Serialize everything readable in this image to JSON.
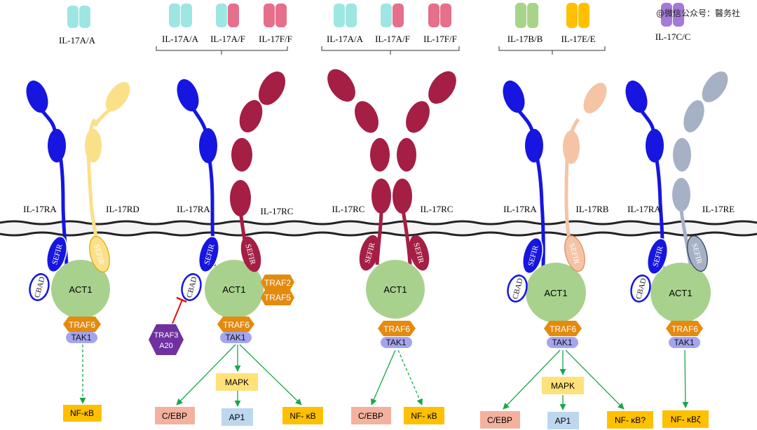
{
  "watermark": "@微信公众号：醫务社",
  "ligands": {
    "p1": "IL-17A/A",
    "p2": [
      "IL-17A/A",
      "IL-17A/F",
      "IL-17F/F"
    ],
    "p3": [
      "IL-17A/A",
      "IL-17A/F",
      "IL-17F/F"
    ],
    "p4": [
      "IL-17B/B",
      "IL-17E/E"
    ],
    "p5": "IL-17C/C"
  },
  "receptors": {
    "p1": [
      "IL-17RA",
      "IL-17RD"
    ],
    "p2": [
      "IL-17RA",
      "IL-17RC"
    ],
    "p3": [
      "IL-17RC",
      "IL-17RC"
    ],
    "p4": [
      "IL-17RA",
      "IL-17RB"
    ],
    "p5": [
      "IL-17RA",
      "IL-17RE"
    ]
  },
  "domains": {
    "sefir": "SEFIR",
    "cbad": "CBAD"
  },
  "adaptors": {
    "act1": "ACT1",
    "traf6": "TRAF6",
    "tak1": "TAK1",
    "traf2": "TRAF2",
    "traf5": "TRAF5",
    "traf3": "TRAF3",
    "a20": "A20"
  },
  "outputs": {
    "p1": [
      "NF-κB"
    ],
    "p2": [
      "MAPK",
      "C/EBP",
      "AP1",
      "NF- κB"
    ],
    "p3": [
      "C/EBP",
      "NF- κB"
    ],
    "p4": [
      "MAPK",
      "C/EBP",
      "AP1",
      "NF- κB?"
    ],
    "p5": [
      "NF- κBζ"
    ]
  },
  "colors": {
    "ra_blue": "#1616e0",
    "rc_maroon": "#a51e44",
    "rd_yellow": "#fbe08a",
    "rb_peach": "#f4c4a4",
    "re_gray": "#a6b1c6",
    "act1_green": "#a9d18e",
    "traf_orange": "#e48a0e",
    "tak1_lavender": "#a4a4f0",
    "traf3_purple": "#7030a0",
    "output_yellow": "#ffc000",
    "cebp_salmon": "#f4b19e",
    "ap1_blue": "#bdd7ee",
    "mapk_yellow": "#ffe17a",
    "arrow_green": "#19a64a",
    "il17a_cyan": "#9ee6e2",
    "il17f_pink": "#e66f8c",
    "il17b_green": "#a8d48a",
    "il17e_yellow": "#ffc000",
    "il17c_purple": "#a47ad8"
  }
}
